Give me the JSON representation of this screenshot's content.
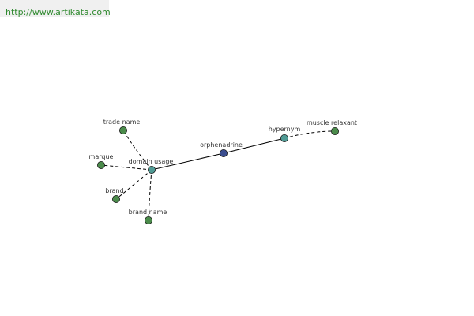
{
  "header": {
    "url": "http://www.artikata.com"
  },
  "colors": {
    "root_node": "#3a4d8f",
    "relation_node": "#4f9a94",
    "leaf_node": "#4b8b4b",
    "edge": "#000000",
    "url_text": "#2f8a2f"
  },
  "graph": {
    "root": {
      "label": "orphenadrine"
    },
    "relations": [
      {
        "label": "hypernym",
        "targets": [
          {
            "label": "muscle relaxant"
          }
        ]
      },
      {
        "label": "domain usage",
        "targets": [
          {
            "label": "trade name"
          },
          {
            "label": "marque"
          },
          {
            "label": "brand"
          },
          {
            "label": "brand name"
          }
        ]
      }
    ]
  }
}
